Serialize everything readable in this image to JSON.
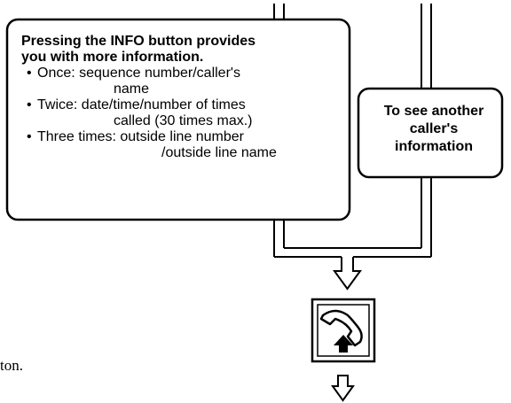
{
  "info_box": {
    "title_line1": "Pressing the INFO button provides",
    "title_line2": "you with more information.",
    "items": [
      {
        "bullet": "•",
        "line1": "Once: sequence number/caller's",
        "line2": "name"
      },
      {
        "bullet": "•",
        "line1": "Twice: date/time/number of times",
        "line2": "called (30 times max.)"
      },
      {
        "bullet": "•",
        "line1": "Three times: outside line number",
        "line2": "/outside line name"
      }
    ]
  },
  "other_box": {
    "line1": "To see another",
    "line2": "caller's",
    "line3": "information"
  },
  "fragment_text": "ton.",
  "icons": {
    "button": "handset-up-arrow-icon",
    "arrows": "down-arrow-icon"
  },
  "colors": {
    "ink": "#000000",
    "background": "#ffffff"
  }
}
